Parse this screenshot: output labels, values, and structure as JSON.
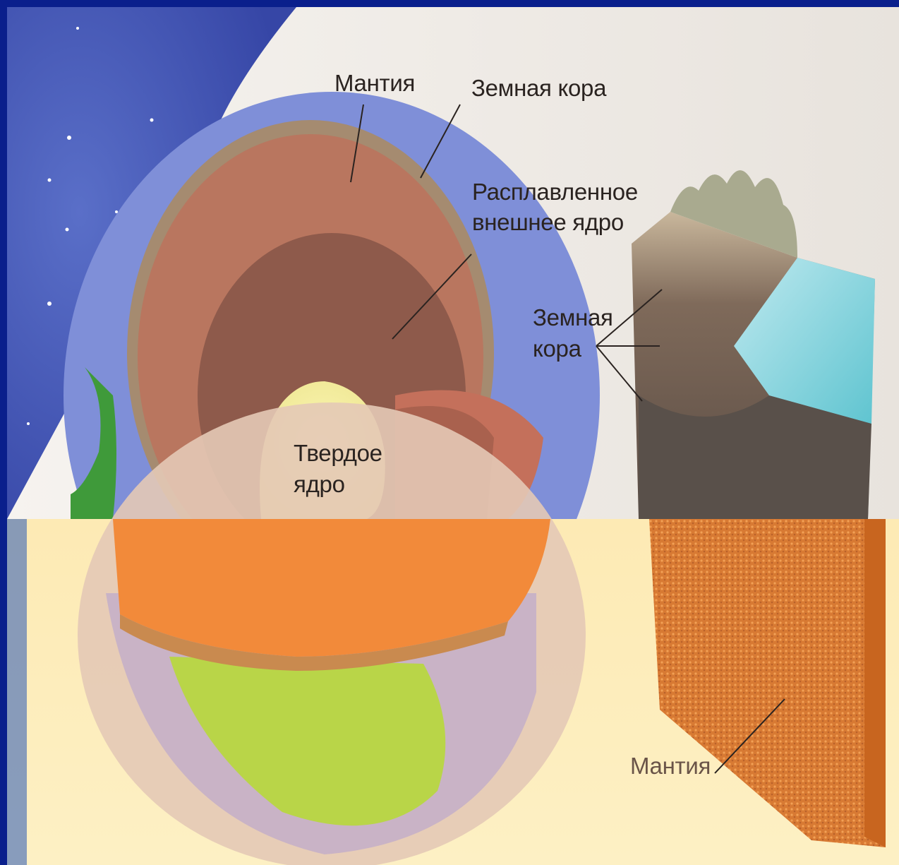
{
  "diagram": {
    "labels": {
      "mantle_top": "Мантия",
      "crust_top": "Земная кора",
      "outer_core_line1": "Расплавленное",
      "outer_core_line2": "внешнее ядро",
      "crust_right_line1": "Земная",
      "crust_right_line2": "кора",
      "inner_core_line1": "Твердое",
      "inner_core_line2": "ядро",
      "mantle_bottom": "Мантия"
    },
    "colors": {
      "frame_blue": "#0a1f8c",
      "crust": "#a58b70",
      "mantle": "#b9765f",
      "outer_core": "#8e5a4b",
      "inner_core": "#f3f0a0",
      "bottom_overlay": "#fde9a6",
      "mantle_block": "#e98a3a"
    }
  }
}
